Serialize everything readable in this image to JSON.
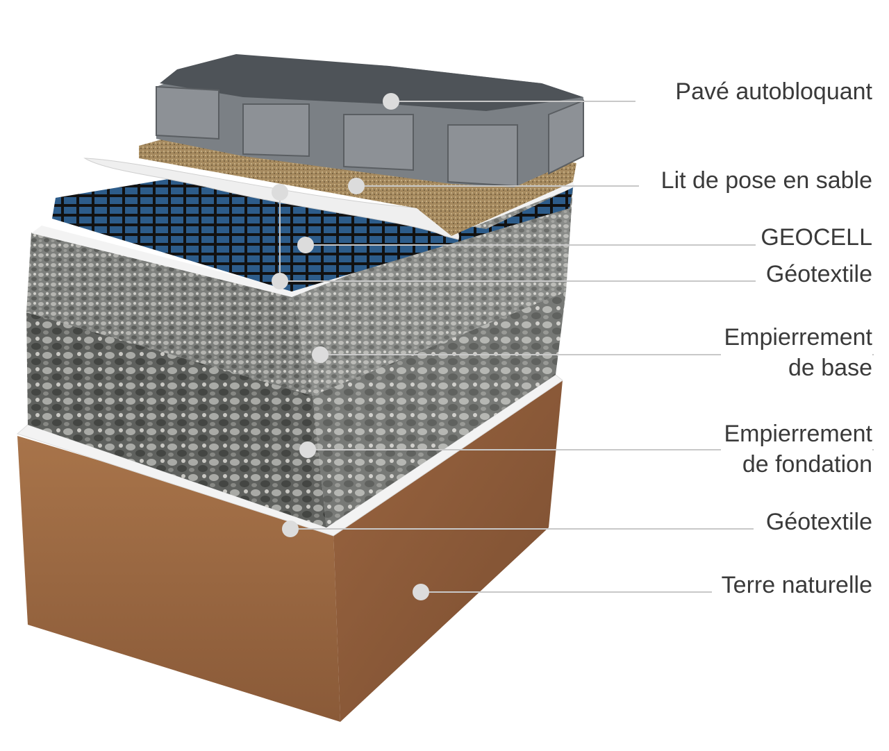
{
  "title": "Coupe de pavage perméable avec GEOCELL",
  "layers": [
    {
      "label": "Pavé autobloquant",
      "color": "#6e7378"
    },
    {
      "label": "Lit de pose en sable",
      "color": "#a88d63"
    },
    {
      "label": "GEOCELL",
      "color": "#1c1c1e"
    },
    {
      "label": "Géotextile",
      "color": "#f2f2f2"
    },
    {
      "label": "Empierrement de base",
      "line1": "Empierrement",
      "line2": "de base",
      "color": "#8a8a88"
    },
    {
      "label": "Empierrement de fondation",
      "line1": "Empierrement",
      "line2": "de fondation",
      "color": "#6f716e"
    },
    {
      "label": "Géotextile",
      "color": "#f2f2f2"
    },
    {
      "label": "Terre naturelle",
      "color": "#9c6a45"
    }
  ],
  "colors": {
    "callout_line": "#c8c8c8",
    "callout_dot": "#d9d9d9",
    "text": "#3a3a3a"
  }
}
